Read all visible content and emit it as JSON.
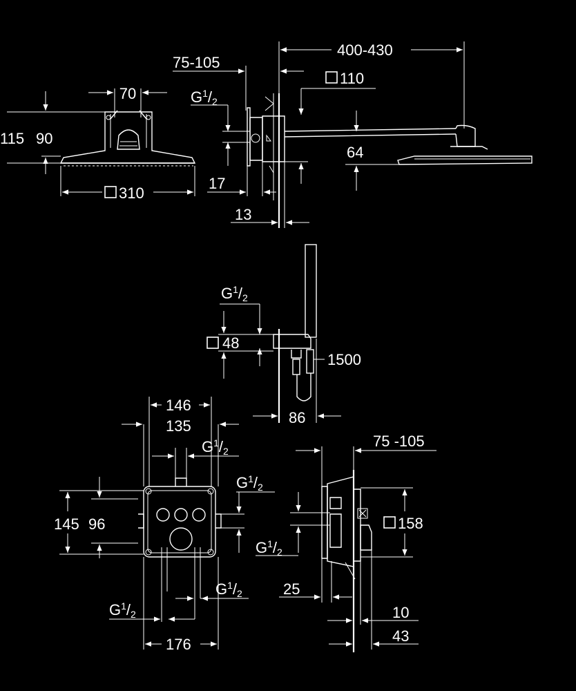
{
  "diagram": {
    "background_color": "#000000",
    "line_color": "#ffffff",
    "views": {
      "head_shower_front": {
        "dims": {
          "top_width": "70",
          "total_height": "115",
          "head_height": "90",
          "plate_size": "310"
        }
      },
      "head_shower_side": {
        "dims": {
          "wall_depth_range": "75-105",
          "arm_length_range": "400-430",
          "flange_size": "110",
          "inlet_thread": "G",
          "inlet_num": "1",
          "inlet_den": "2",
          "head_thickness": "64",
          "offset_17": "17",
          "offset_13": "13"
        }
      },
      "hand_shower": {
        "dims": {
          "inlet_thread": "G",
          "inlet_num": "1",
          "inlet_den": "2",
          "wall_outlet_size": "48",
          "hose_length": "1500",
          "projection": "86"
        }
      },
      "mixer_box_front": {
        "dims": {
          "outer_width": "146",
          "inner_width": "135",
          "top_thread": "G",
          "top_num": "1",
          "top_den": "2",
          "side_thread": "G",
          "side_num": "1",
          "side_den": "2",
          "outer_height": "145",
          "inner_height": "96",
          "bottom_right_thread": "G",
          "bottom_right_num": "1",
          "bottom_right_den": "2",
          "bottom_left_thread": "G",
          "bottom_left_num": "1",
          "bottom_left_den": "2",
          "bottom_width": "176"
        }
      },
      "mixer_box_side": {
        "dims": {
          "wall_depth_range": "75 -105",
          "inlet_thread": "G",
          "inlet_num": "1",
          "inlet_den": "2",
          "cover_size": "158",
          "depth_25": "25",
          "depth_10": "10",
          "depth_43": "43"
        }
      }
    }
  }
}
